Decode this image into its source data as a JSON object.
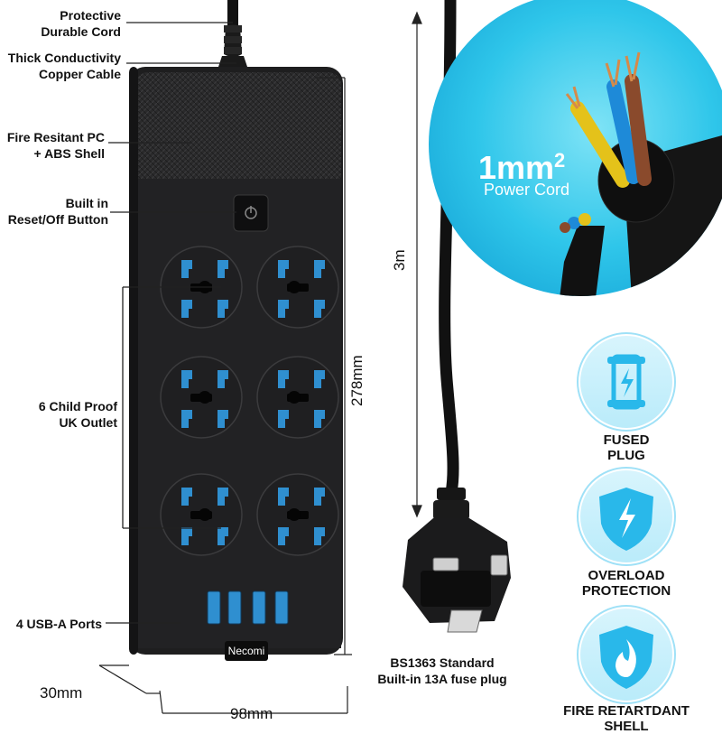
{
  "callouts": {
    "cord_line1": "Protective",
    "cord_line2": "Durable Cord",
    "cable_line1": "Thick Conductivity",
    "cable_line2": "Copper Cable",
    "shell_line1": "Fire Resitant PC",
    "shell_line2": "+ ABS Shell",
    "button_line1": "Built in",
    "button_line2": "Reset/Off Button",
    "outlet_line1": "6 Child Proof",
    "outlet_line2": "UK Outlet",
    "usb": "4 USB-A Ports"
  },
  "dimensions": {
    "height": "278mm",
    "width": "98mm",
    "depth": "30mm",
    "cord_length": "3m"
  },
  "brand": "Necomi",
  "power_cord": {
    "size": "1mm",
    "superscript": "2",
    "label": "Power Cord"
  },
  "plug_caption": {
    "line1": "BS1363 Standard",
    "line2": "Built-in 13A fuse plug"
  },
  "features": [
    {
      "line1": "FUSED",
      "line2": "PLUG",
      "icon": "fuse-icon"
    },
    {
      "line1": "OVERLOAD",
      "line2": "PROTECTION",
      "icon": "shield-lightning-icon"
    },
    {
      "line1": "FIRE RETARTDANT",
      "line2": "SHELL",
      "icon": "shield-flame-icon"
    }
  ],
  "colors": {
    "body": "#1e1e1f",
    "accent": "#3fb4e6",
    "socket_blue": "#2f8fd0"
  }
}
